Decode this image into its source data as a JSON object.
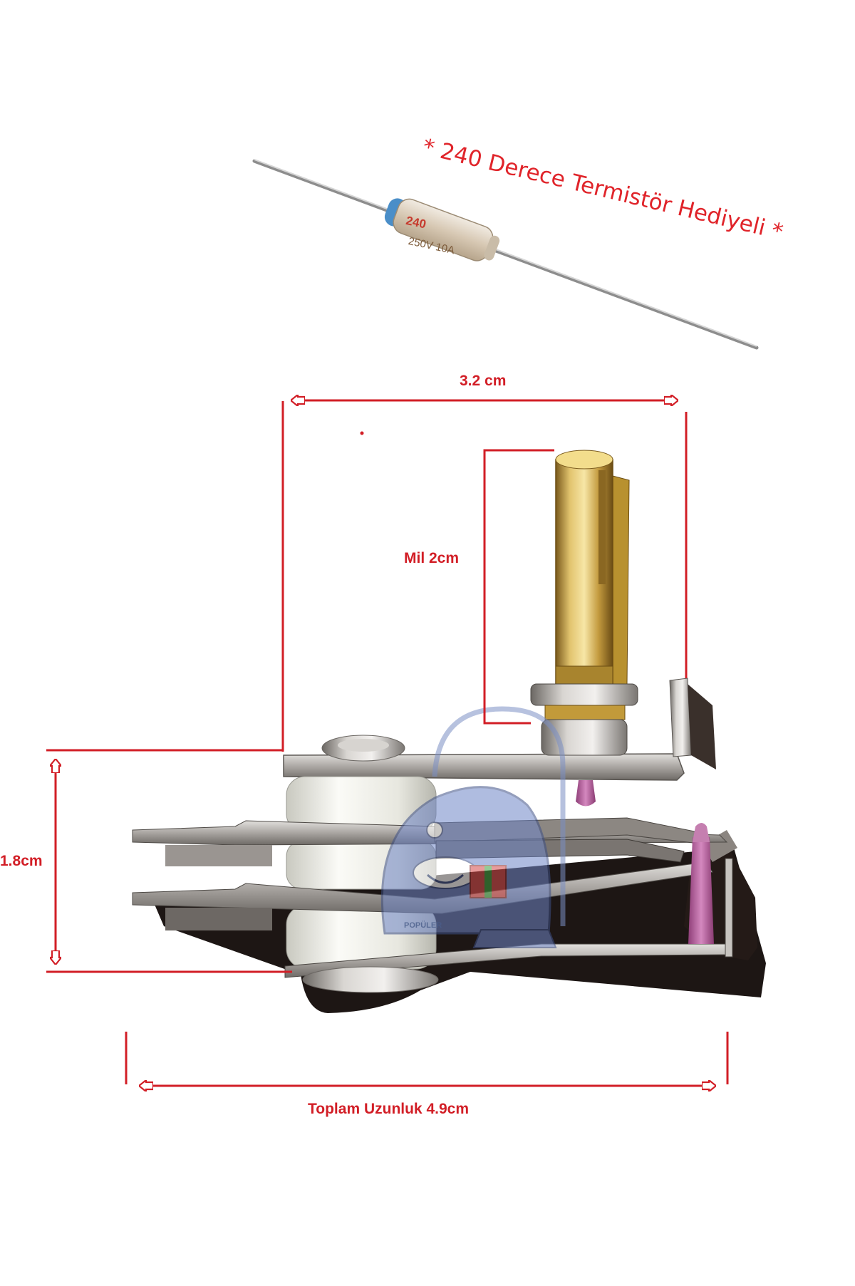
{
  "gift_note": "* 240 Derece Termistör Hediyeli *",
  "resistor_marking_top": "240",
  "resistor_marking_bottom": "250V 10A",
  "dimensions": {
    "width": "3.2 cm",
    "shaft": "Mil 2cm",
    "height": "1.8cm",
    "total_length": "Toplam Uzunluk 4.9cm"
  },
  "watermark_logo": "POPÜLER",
  "colors": {
    "annotation_red": "#d21e26",
    "brass": "#c9a44a",
    "steel": "#b9b6b3",
    "ceramic": "#efefe8",
    "pink_pin": "#b5609a",
    "resistor_blue": "#4a8ec8"
  }
}
